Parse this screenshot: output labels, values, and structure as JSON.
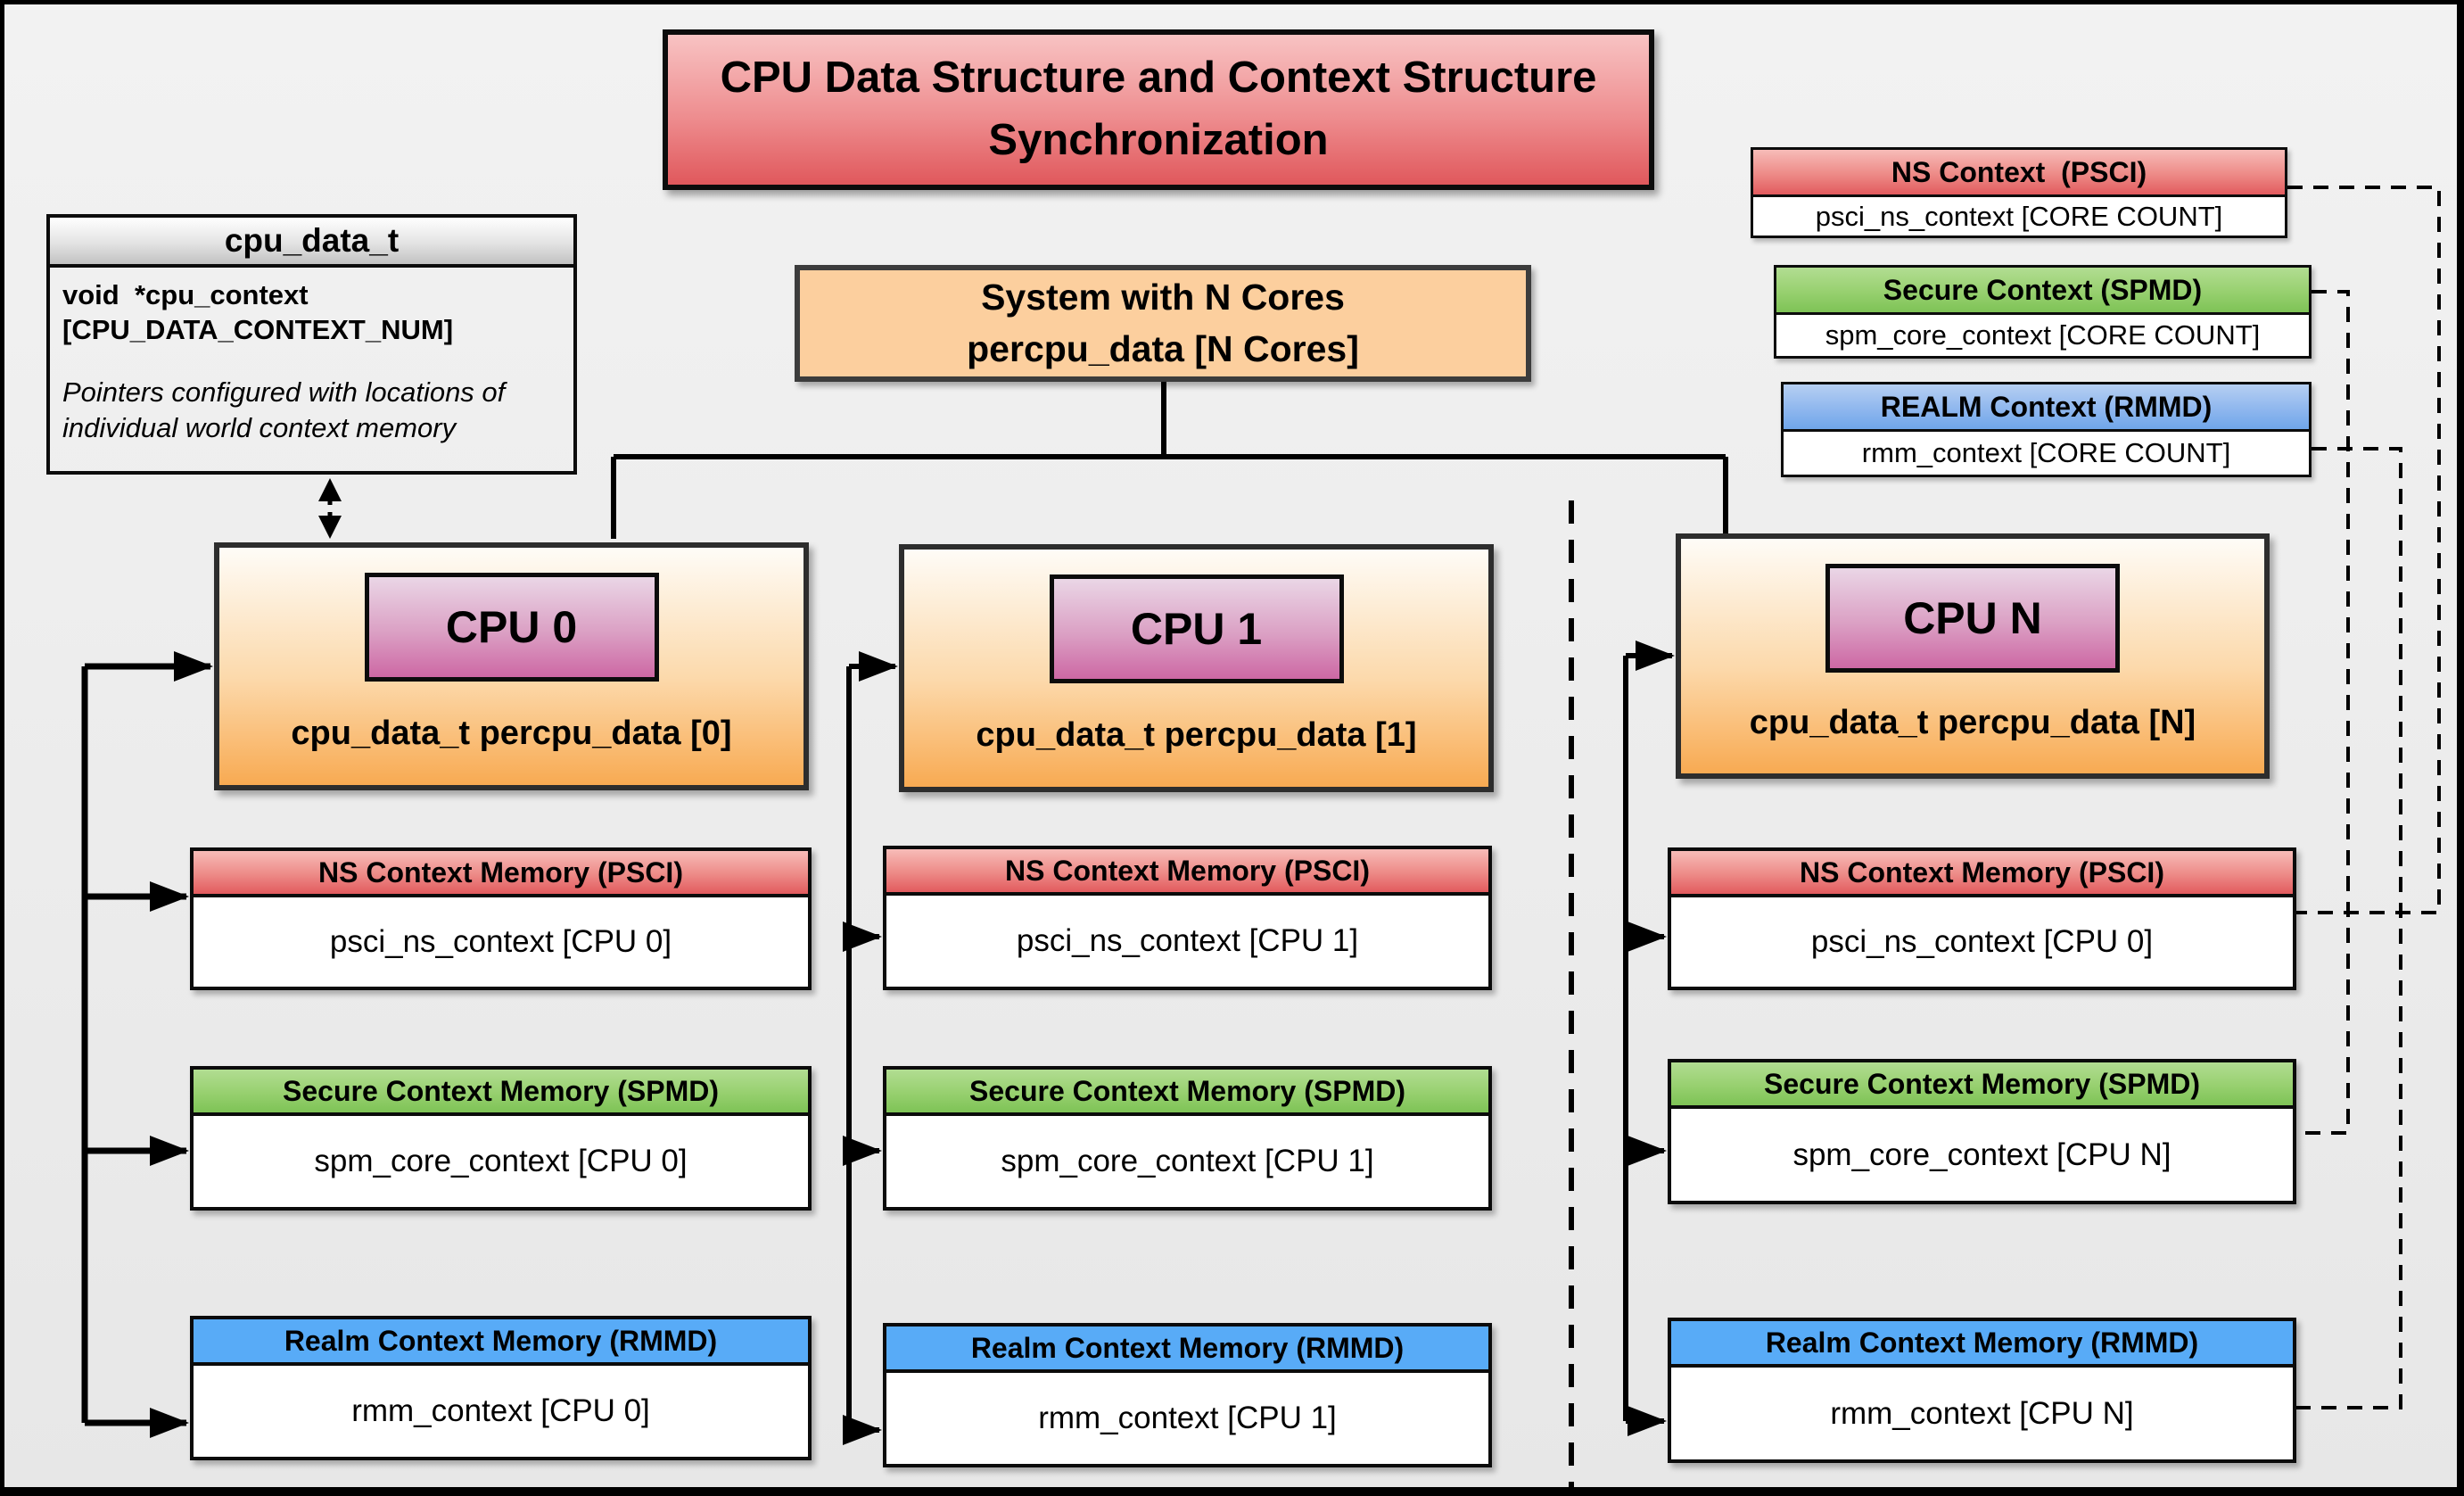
{
  "title": "CPU Data Structure and Context Structure Synchronization",
  "struct_box": {
    "header": "cpu_data_t",
    "field_line1": "void  *cpu_context",
    "field_line2": "[CPU_DATA_CONTEXT_NUM]",
    "note": "Pointers configured with locations of individual world context memory"
  },
  "system_box": {
    "line1": "System with N Cores",
    "line2": "percpu_data [N Cores]"
  },
  "legend": [
    {
      "header": "NS Context  (PSCI)",
      "body": "psci_ns_context [CORE COUNT]",
      "color_name": "red"
    },
    {
      "header": "Secure Context (SPMD)",
      "body": "spm_core_context [CORE COUNT]",
      "color_name": "green"
    },
    {
      "header": "REALM Context (RMMD)",
      "body": "rmm_context [CORE COUNT]",
      "color_name": "blue"
    }
  ],
  "cpus": [
    {
      "label": "CPU 0",
      "data": "cpu_data_t percpu_data [0]",
      "contexts": [
        {
          "header": "NS Context Memory (PSCI)",
          "body": "psci_ns_context [CPU 0]",
          "color_name": "red"
        },
        {
          "header": "Secure Context Memory (SPMD)",
          "body": "spm_core_context [CPU 0]",
          "color_name": "green"
        },
        {
          "header": "Realm Context Memory (RMMD)",
          "body": "rmm_context [CPU 0]",
          "color_name": "blue"
        }
      ]
    },
    {
      "label": "CPU 1",
      "data": "cpu_data_t percpu_data [1]",
      "contexts": [
        {
          "header": "NS Context Memory (PSCI)",
          "body": "psci_ns_context [CPU 1]",
          "color_name": "red"
        },
        {
          "header": "Secure Context Memory (SPMD)",
          "body": "spm_core_context [CPU 1]",
          "color_name": "green"
        },
        {
          "header": "Realm Context Memory (RMMD)",
          "body": "rmm_context [CPU 1]",
          "color_name": "blue"
        }
      ]
    },
    {
      "label": "CPU N",
      "data": "cpu_data_t percpu_data [N]",
      "contexts": [
        {
          "header": "NS Context Memory (PSCI)",
          "body": "psci_ns_context [CPU 0]",
          "color_name": "red"
        },
        {
          "header": "Secure Context Memory (SPMD)",
          "body": "spm_core_context [CPU N]",
          "color_name": "green"
        },
        {
          "header": "Realm Context Memory (RMMD)",
          "body": "rmm_context [CPU N]",
          "color_name": "blue"
        }
      ]
    }
  ],
  "colors": {
    "red_header": "#e25b5e",
    "green_header": "#7ec356",
    "blue_legend_header": "#70a6ea",
    "blue_memory_header": "#58abf7",
    "title_red": "#e0585c",
    "system_orange": "#fccf9e",
    "cpu_orange": "#f8aa52",
    "cpu_label_purple": "#cd68a4",
    "background": "#ececec",
    "line_black": "#000000"
  }
}
